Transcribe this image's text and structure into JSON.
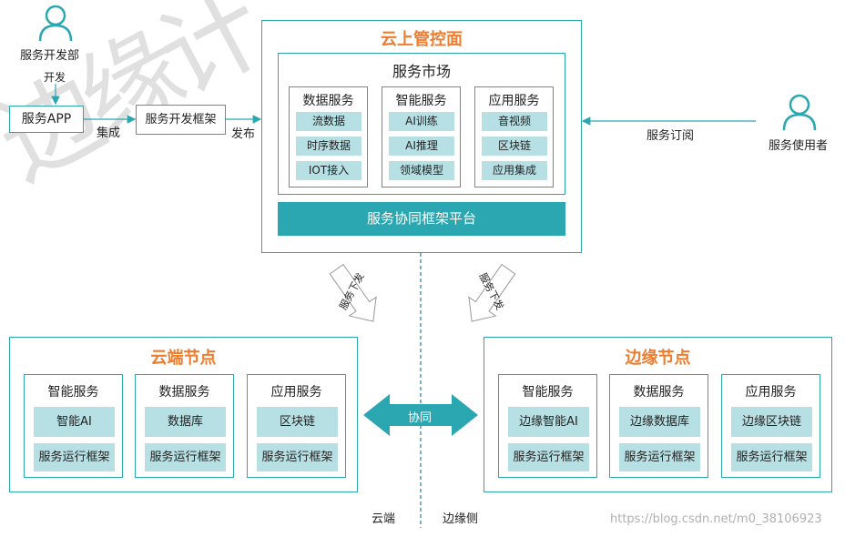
{
  "decorative_text": "边缘计",
  "dev": {
    "dept_label": "服务开发部",
    "develop_label": "开发",
    "app_label": "服务APP",
    "integrate_label": "集成",
    "framework_label": "服务开发框架",
    "publish_label": "发布"
  },
  "cloud_control": {
    "title": "云上管控面",
    "market_title": "服务市场",
    "columns": [
      {
        "title": "数据服务",
        "items": [
          "流数据",
          "时序数据",
          "IOT接入"
        ]
      },
      {
        "title": "智能服务",
        "items": [
          "AI训练",
          "AI推理",
          "领域模型"
        ]
      },
      {
        "title": "应用服务",
        "items": [
          "音视频",
          "区块链",
          "应用集成"
        ]
      }
    ],
    "platform_label": "服务协同框架平台"
  },
  "user": {
    "label": "服务使用者",
    "subscribe_label": "服务订阅"
  },
  "distribute": {
    "left_label": "服务下发",
    "right_label": "服务下发"
  },
  "cloud_node": {
    "title": "云端节点",
    "columns": [
      {
        "title": "智能服务",
        "items": [
          "智能AI",
          "服务运行框架"
        ]
      },
      {
        "title": "数据服务",
        "items": [
          "数据库",
          "服务运行框架"
        ]
      },
      {
        "title": "应用服务",
        "items": [
          "区块链",
          "服务运行框架"
        ]
      }
    ]
  },
  "edge_node": {
    "title": "边缘节点",
    "columns": [
      {
        "title": "智能服务",
        "items": [
          "边缘智能AI",
          "服务运行框架"
        ]
      },
      {
        "title": "数据服务",
        "items": [
          "边缘数据库",
          "服务运行框架"
        ]
      },
      {
        "title": "应用服务",
        "items": [
          "边缘区块链",
          "服务运行框架"
        ]
      }
    ]
  },
  "collab_label": "协同",
  "footer": {
    "cloud_side": "云端",
    "edge_side": "边缘侧",
    "watermark": "https://blog.csdn.net/m0_38106923"
  },
  "colors": {
    "teal": "#2aa7b1",
    "light_teal": "#b7e0e4",
    "orange": "#ee7c2d"
  }
}
